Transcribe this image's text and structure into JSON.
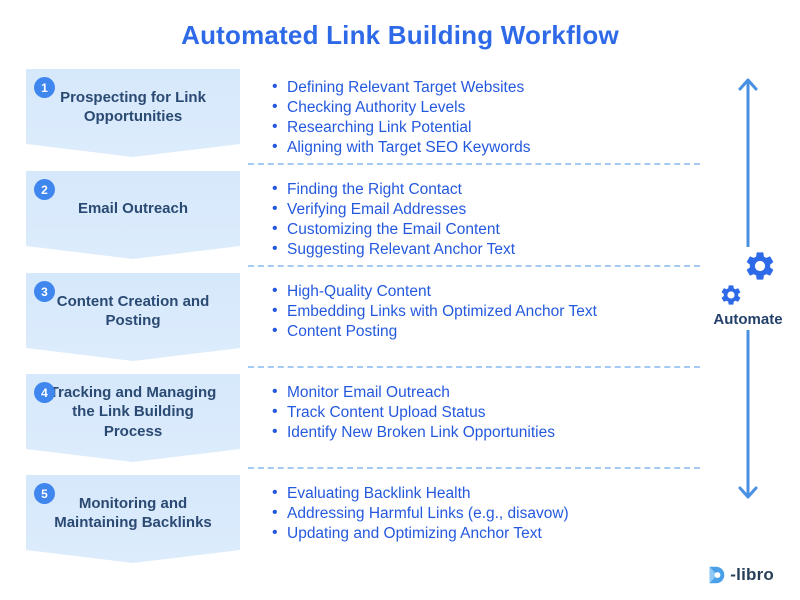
{
  "title": "Automated Link Building Workflow",
  "steps": [
    {
      "number": "1",
      "label": "Prospecting for Link Opportunities",
      "bullets": [
        "Defining Relevant Target Websites",
        "Checking Authority Levels",
        "Researching Link Potential",
        "Aligning with Target SEO Keywords"
      ]
    },
    {
      "number": "2",
      "label": "Email Outreach",
      "bullets": [
        "Finding the Right Contact",
        "Verifying Email Addresses",
        "Customizing the Email Content",
        "Suggesting Relevant Anchor Text"
      ]
    },
    {
      "number": "3",
      "label": "Content Creation and Posting",
      "bullets": [
        "High-Quality Content",
        "Embedding Links with Optimized Anchor Text",
        "Content Posting"
      ]
    },
    {
      "number": "4",
      "label": "Tracking and Managing the Link Building Process",
      "bullets": [
        "Monitor Email Outreach",
        "Track Content Upload Status",
        "Identify New Broken Link Opportunities"
      ]
    },
    {
      "number": "5",
      "label": "Monitoring and Maintaining Backlinks",
      "bullets": [
        "Evaluating Backlink Health",
        "Addressing Harmful Links (e.g., disavow)",
        "Updating and Optimizing Anchor Text"
      ]
    }
  ],
  "automate": {
    "label": "Automate",
    "icons": [
      "double-headed-vertical-arrow",
      "gear-icon",
      "gear-icon"
    ]
  },
  "logo": {
    "icon": "d-libro-logo-icon",
    "text": "-libro"
  },
  "colors": {
    "title_blue": "#2e6ae8",
    "bullet_blue": "#2459de",
    "step_label_navy": "#2b4a73",
    "box_fill": "#d9eafc",
    "badge_blue": "#3f86ee",
    "arrow_blue": "#4a90e2",
    "dash_blue": "#a5caf3"
  }
}
